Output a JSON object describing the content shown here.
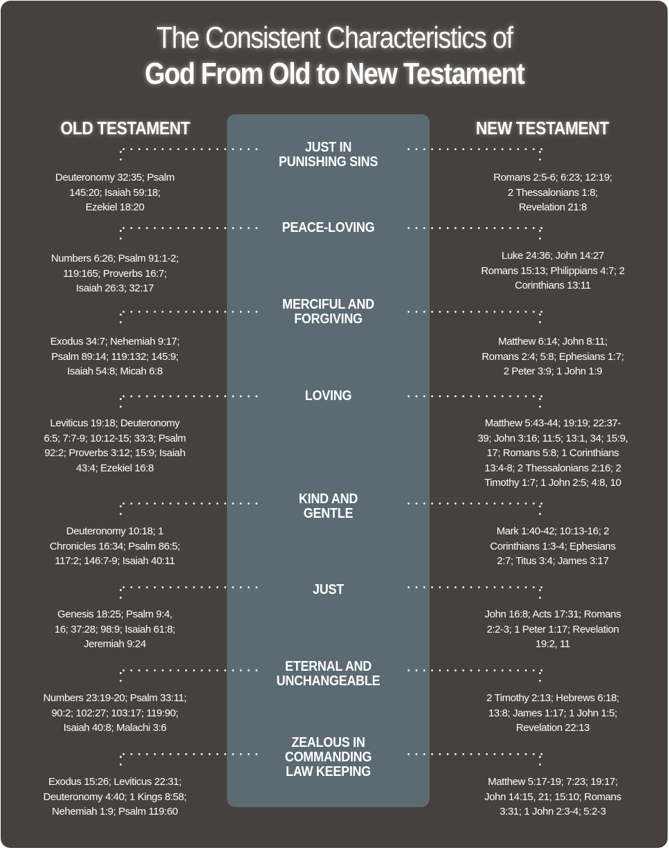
{
  "title": {
    "line1": "The Consistent Characteristics of",
    "line2": "God From Old to New Testament"
  },
  "columns": {
    "old": "OLD TESTAMENT",
    "new": "NEW TESTAMENT"
  },
  "colors": {
    "background": "#46413e",
    "center_panel": "#5c6b72",
    "text": "#ffffff"
  },
  "rows": [
    {
      "trait": [
        "JUST IN",
        "PUNISHING SINS"
      ],
      "old": [
        "Deuteronomy 32:35; Psalm",
        "145:20; Isaiah 59:18;",
        "Ezekiel 18:20"
      ],
      "new": [
        "Romans 2:5-6; 6:23; 12:19;",
        "2 Thessalonians 1:8;",
        "Revelation 21:8"
      ]
    },
    {
      "trait": [
        "PEACE-LOVING"
      ],
      "old": [
        "Numbers 6:26; Psalm 91:1-2;",
        "119:165; Proverbs 16:7;",
        "Isaiah 26:3; 32:17"
      ],
      "new": [
        "Luke 24:36; John 14:27",
        "Romans 15:13; Philippians 4:7; 2",
        "Corinthians 13:11"
      ]
    },
    {
      "trait": [
        "MERCIFUL AND",
        "FORGIVING"
      ],
      "old": [
        "Exodus 34:7; Nehemiah 9:17;",
        "Psalm 89:14; 119:132; 145:9;",
        "Isaiah 54:8; Micah 6:8"
      ],
      "new": [
        "Matthew 6:14; John 8:11;",
        "Romans 2:4; 5:8; Ephesians 1:7;",
        "2 Peter 3:9; 1 John 1:9"
      ]
    },
    {
      "trait": [
        "LOVING"
      ],
      "old": [
        "Leviticus 19:18; Deuteronomy",
        "6:5; 7:7-9; 10:12-15; 33:3; Psalm",
        "92:2; Proverbs 3:12; 15:9; Isaiah",
        "43:4; Ezekiel 16:8"
      ],
      "new": [
        "Matthew 5:43-44; 19:19; 22:37-",
        "39; John 3:16; 11:5; 13:1, 34; 15:9,",
        "17; Romans 5:8; 1 Corinthians",
        "13:4-8; 2 Thessalonians 2:16; 2",
        "Timothy 1:7; 1 John 2:5; 4:8, 10"
      ]
    },
    {
      "trait": [
        "KIND AND",
        "GENTLE"
      ],
      "old": [
        "Deuteronomy 10:18; 1",
        "Chronicles 16:34; Psalm 86:5;",
        "117:2; 146:7-9; Isaiah 40:11"
      ],
      "new": [
        "Mark 1:40-42; 10:13-16; 2",
        "Corinthians 1:3-4; Ephesians",
        "2:7; Titus 3:4; James 3:17"
      ]
    },
    {
      "trait": [
        "JUST"
      ],
      "old": [
        "Genesis 18:25; Psalm 9:4,",
        "16; 37:28; 98:9; Isaiah 61:8;",
        "Jeremiah 9:24"
      ],
      "new": [
        "John 16:8; Acts 17:31; Romans",
        "2:2-3; 1 Peter 1:17; Revelation",
        "19:2, 11"
      ]
    },
    {
      "trait": [
        "ETERNAL AND",
        "UNCHANGEABLE"
      ],
      "old": [
        "Numbers 23:19-20; Psalm 33:11;",
        "90:2; 102:27; 103:17; 119:90;",
        "Isaiah 40:8; Malachi 3:6"
      ],
      "new": [
        "2 Timothy 2:13; Hebrews 6:18;",
        "13:8; James 1:17; 1 John 1:5;",
        "Revelation 22:13"
      ]
    },
    {
      "trait": [
        "ZEALOUS IN",
        "COMMANDING",
        "LAW KEEPING"
      ],
      "old": [
        "Exodus 15:26; Leviticus 22:31;",
        "Deuteronomy 4:40; 1 Kings 8:58;",
        "Nehemiah 1:9; Psalm 119:60"
      ],
      "new": [
        "Matthew 5:17-19; 7:23; 19:17;",
        "John 14:15, 21; 15:10; Romans",
        "3:31; 1 John 2:3-4; 5:2-3"
      ]
    }
  ]
}
